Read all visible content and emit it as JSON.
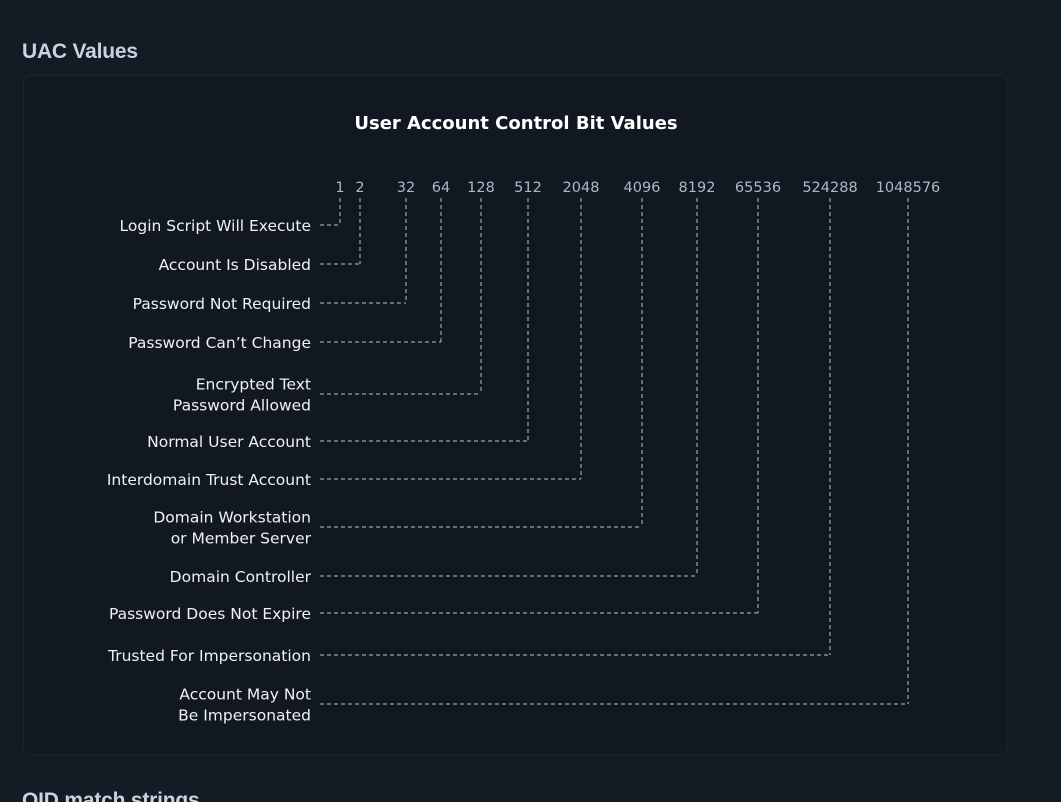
{
  "section_title": "UAC Values",
  "next_section_title": "OID match strings",
  "diagram": {
    "title": "User Account Control Bit Values",
    "values": [
      "1",
      "2",
      "32",
      "64",
      "128",
      "512",
      "2048",
      "4096",
      "8192",
      "65536",
      "524288",
      "1048576"
    ],
    "flags": [
      [
        "Login Script Will Execute"
      ],
      [
        "Account Is Disabled"
      ],
      [
        "Password Not Required"
      ],
      [
        "Password Can’t Change"
      ],
      [
        "Encrypted Text",
        "Password Allowed"
      ],
      [
        "Normal User Account"
      ],
      [
        "Interdomain Trust Account"
      ],
      [
        "Domain Workstation",
        "or Member Server"
      ],
      [
        "Domain Controller"
      ],
      [
        "Password Does Not Expire"
      ],
      [
        "Trusted For Impersonation"
      ],
      [
        "Account May Not",
        "Be Impersonated"
      ]
    ]
  },
  "colors": {
    "background": "#141b25",
    "card": "#111822",
    "connector": "#b7c0cc",
    "value_text": "#aeb7c3",
    "label_text": "#eef1f5"
  }
}
